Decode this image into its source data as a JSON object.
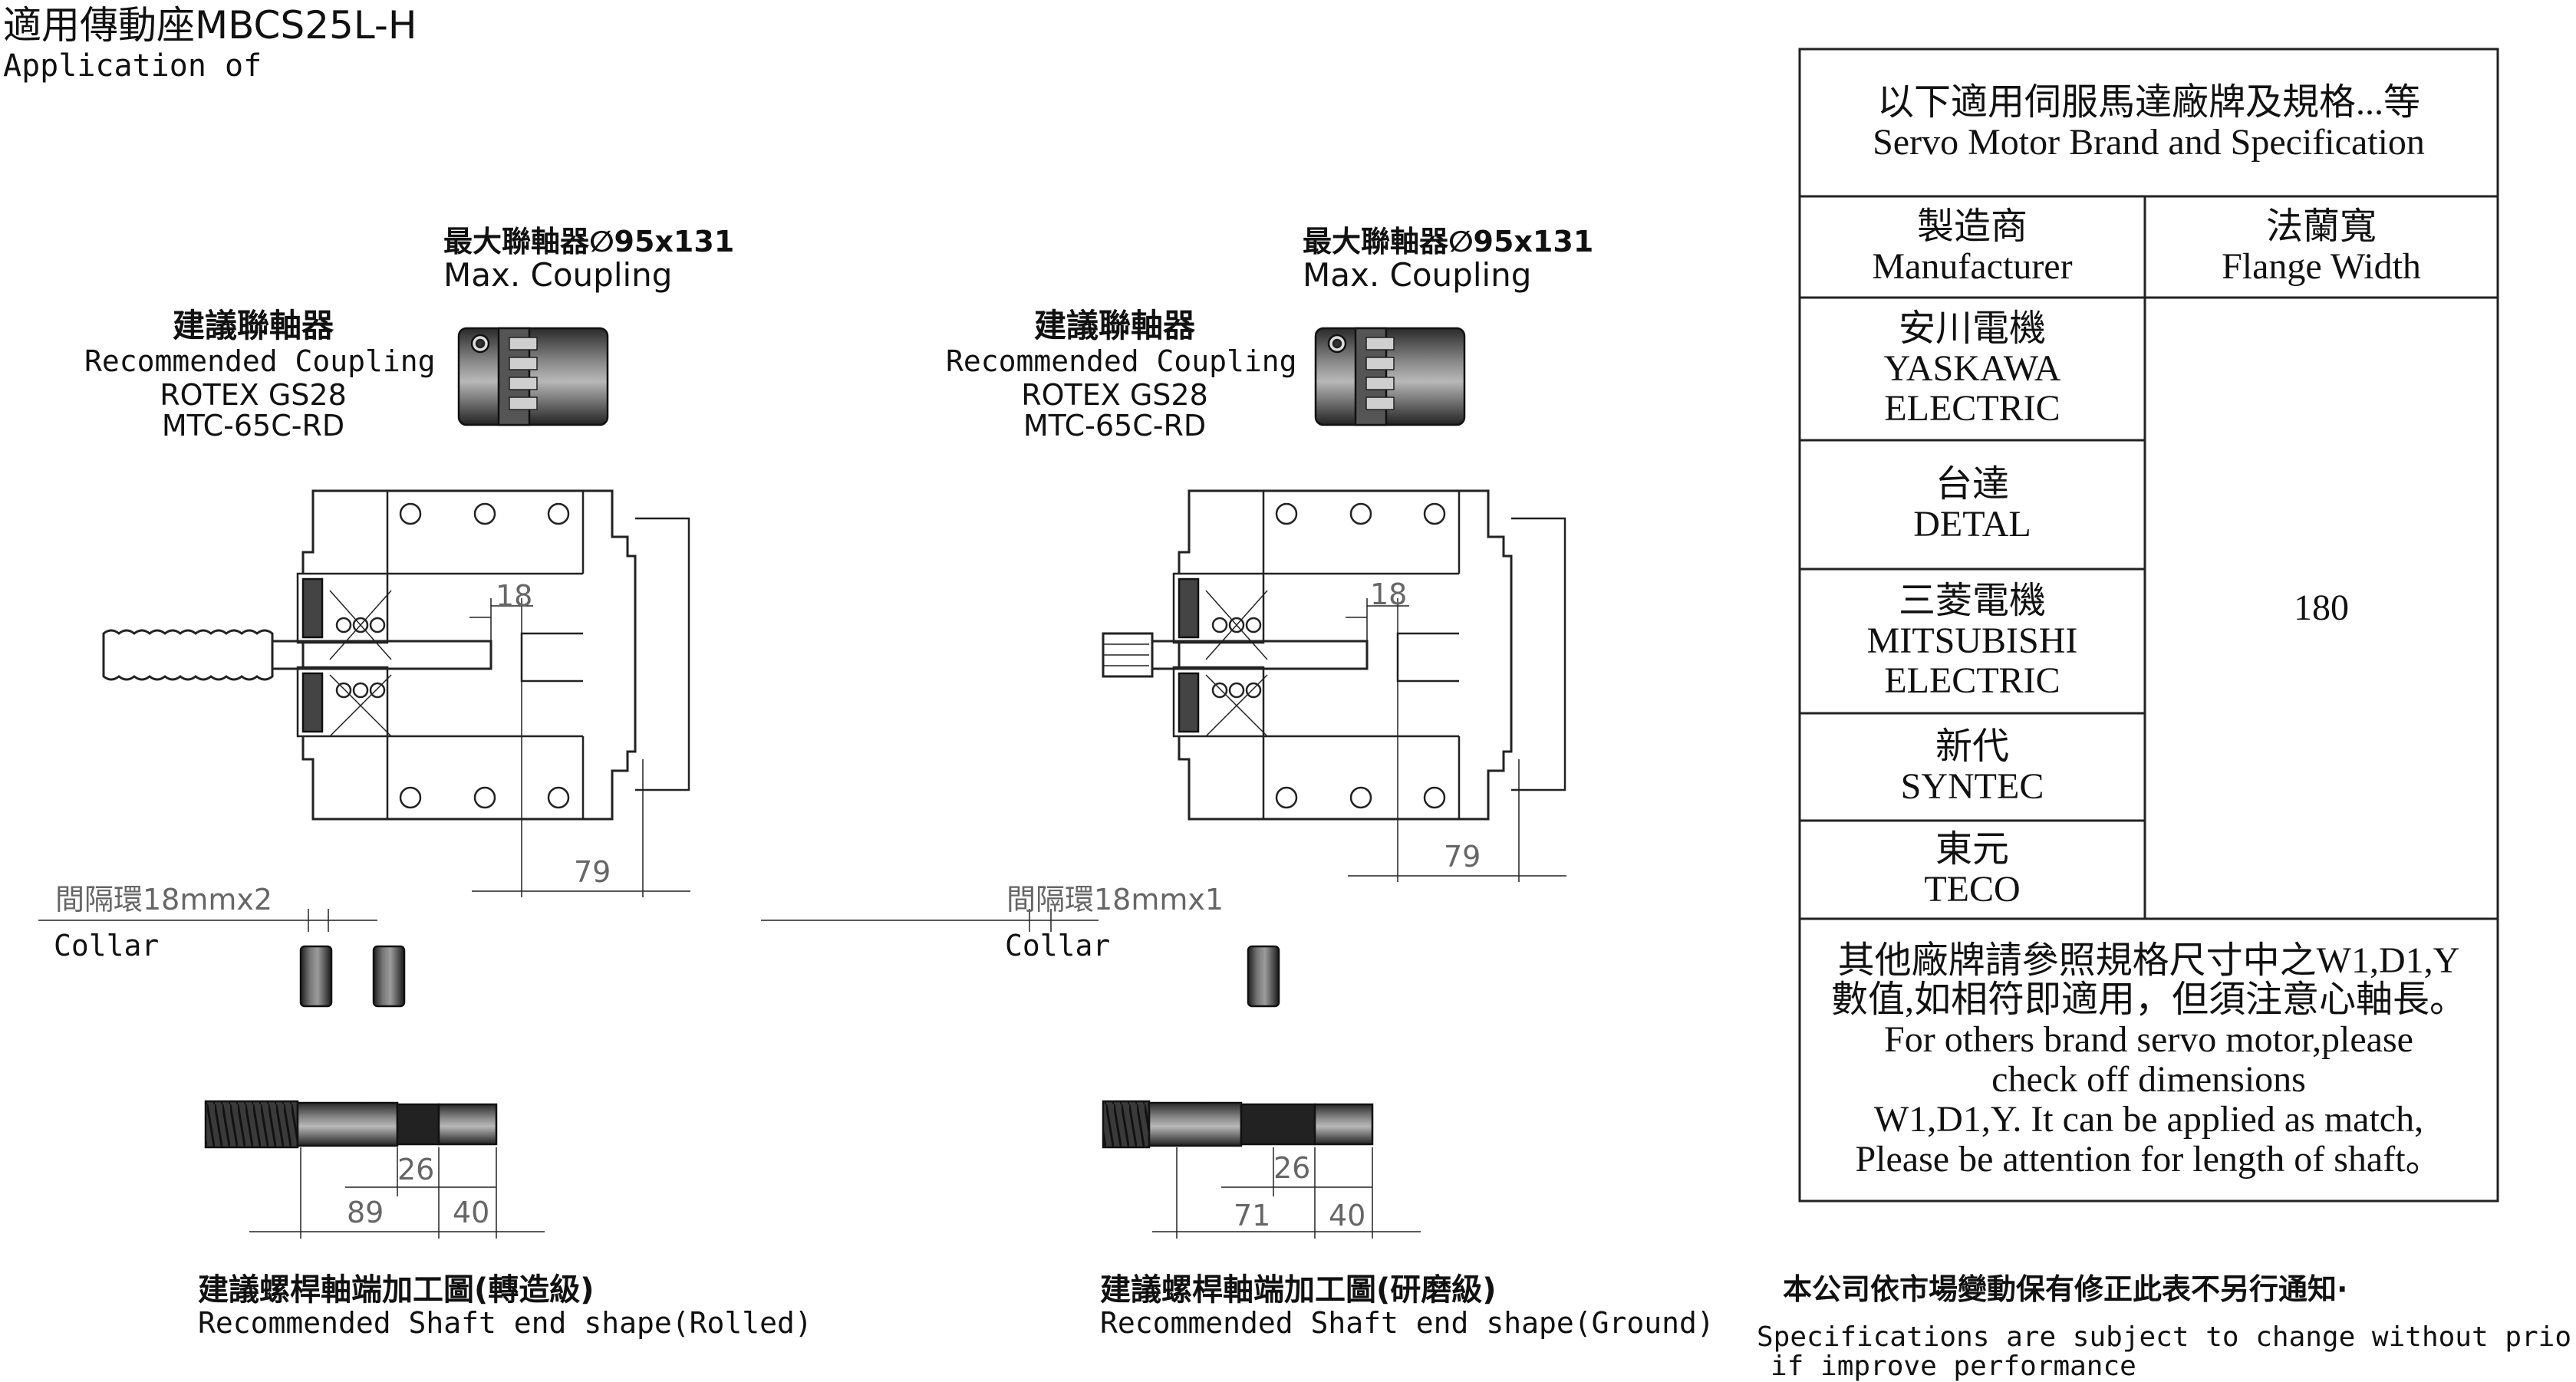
{
  "header": {
    "title": "適用傳動座MBCS25L-H",
    "subtitle": "Application of"
  },
  "left_assembly": {
    "max_coupling_cn": "最大聯軸器∅95x131",
    "max_coupling_en": "Max. Coupling",
    "rec_coupling_cn": "建議聯軸器",
    "rec_coupling_en": "Recommended Coupling",
    "rec_model_1": "ROTEX GS28",
    "rec_model_2": "MTC-65C-RD",
    "dim_18": "18",
    "dim_79": "79",
    "collar_cn": "間隔環18mmx2",
    "collar_en": "Collar",
    "shaft_dim_26": "26",
    "shaft_dim_89": "89",
    "shaft_dim_40": "40",
    "shaft_caption_cn": "建議螺桿軸端加工圖(轉造級)",
    "shaft_caption_en": "Recommended Shaft end shape(Rolled)"
  },
  "right_assembly": {
    "max_coupling_cn": "最大聯軸器∅95x131",
    "max_coupling_en": "Max. Coupling",
    "rec_coupling_cn": "建議聯軸器",
    "rec_coupling_en": "Recommended Coupling",
    "rec_model_1": "ROTEX GS28",
    "rec_model_2": "MTC-65C-RD",
    "dim_18": "18",
    "dim_79": "79",
    "collar_cn": "間隔環18mmx1",
    "collar_en": "Collar",
    "shaft_dim_26": "26",
    "shaft_dim_71": "71",
    "shaft_dim_40": "40",
    "shaft_caption_cn": "建議螺桿軸端加工圖(研磨級)",
    "shaft_caption_en": "Recommended Shaft end shape(Ground)"
  },
  "spec_table": {
    "header_cn": "以下適用伺服馬達廠牌及規格...等",
    "header_en": "Servo Motor Brand and Specification",
    "col_manufacturer_cn": "製造商",
    "col_manufacturer_en": "Manufacturer",
    "col_flange_cn": "法蘭寬",
    "col_flange_en": "Flange Width",
    "brands": [
      {
        "cn": "安川電機",
        "en1": "YASKAWA",
        "en2": "ELECTRIC"
      },
      {
        "cn": "台達",
        "en1": "DETAL",
        "en2": ""
      },
      {
        "cn": "三菱電機",
        "en1": "MITSUBISHI",
        "en2": "ELECTRIC"
      },
      {
        "cn": "新代",
        "en1": "SYNTEC",
        "en2": ""
      },
      {
        "cn": "東元",
        "en1": "TECO",
        "en2": ""
      }
    ],
    "flange_width": "180",
    "note_cn_1": "其他廠牌請參照規格尺寸中之W1,D1,Y",
    "note_cn_2": "數值,如相符即適用，但須注意心軸長。",
    "note_en_1": "For others brand servo motor,please",
    "note_en_2": "check off dimensions",
    "note_en_3": "W1,D1,Y. It can be applied as match,",
    "note_en_4": "Please be attention for length of shaft。"
  },
  "footer": {
    "notice_cn": "本公司依市場變動保有修正此表不另行通知·",
    "notice_en_1": "Specifications are subject to change without prior notice",
    "notice_en_2": "if improve performance"
  }
}
